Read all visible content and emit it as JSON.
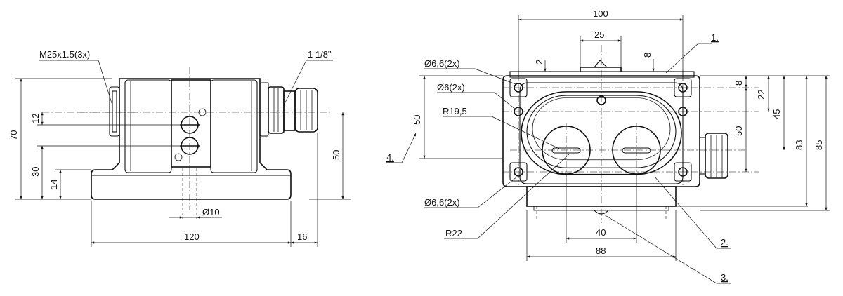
{
  "side_view": {
    "labels": {
      "thread": "M25x1.5(3x)",
      "connector": "1 1/8\"",
      "hole_dia": "Ø10"
    },
    "dims": {
      "height_total": "70",
      "height_upper": "12",
      "height_mid": "30",
      "height_base": "14",
      "height_conn": "50",
      "width_base": "120",
      "width_conn": "16"
    }
  },
  "front_view": {
    "labels": {
      "hole_a": "Ø6,6(2x)",
      "hole_b": "Ø6(2x)",
      "radius_inner": "R19,5",
      "hole_c": "Ø6,6(2x)",
      "radius_outer": "R22"
    },
    "dims": {
      "width_top": "100",
      "width_slot": "25",
      "gap_left": "2",
      "gap_right": "8",
      "height_left": "50",
      "right_8": "8",
      "right_22": "22",
      "right_45": "45",
      "right_50": "50",
      "right_83": "83",
      "right_85": "85",
      "width_40": "40",
      "width_88": "88"
    },
    "callouts": {
      "c1": "1.",
      "c2": "2.",
      "c3": "3.",
      "c4": "4."
    }
  }
}
